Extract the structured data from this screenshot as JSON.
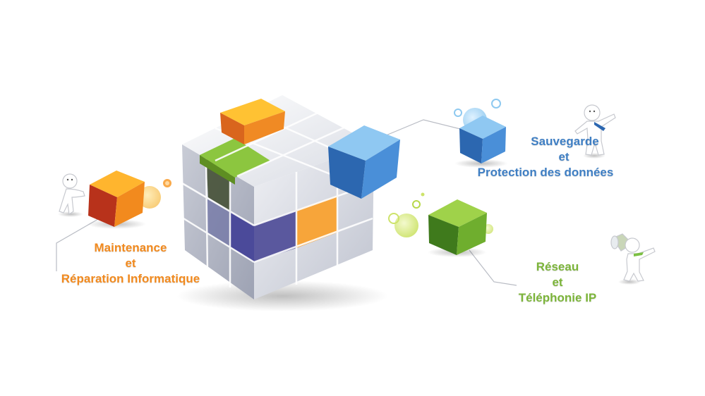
{
  "services": {
    "maintenance": {
      "line1": "Maintenance",
      "line2": "et",
      "line3": "Réparation Informatique",
      "color": "#f28a1e"
    },
    "sauvegarde": {
      "line1": "Sauvegarde",
      "line2": "et",
      "line3": "Protection des données",
      "color": "#3f7fc4"
    },
    "reseau": {
      "line1": "Réseau",
      "line2": "et",
      "line3": "Téléphonie IP",
      "color": "#7cb53a"
    }
  },
  "colors": {
    "orange": "#f7941d",
    "blue": "#4a90d9",
    "green": "#7cc043",
    "purple": "#4b4a9a",
    "grey": "#d9dbe2"
  },
  "icons": [
    "cube-icon",
    "person-pushing-cube-icon",
    "person-presenting-icon",
    "person-megaphone-icon",
    "bubble-icon"
  ]
}
